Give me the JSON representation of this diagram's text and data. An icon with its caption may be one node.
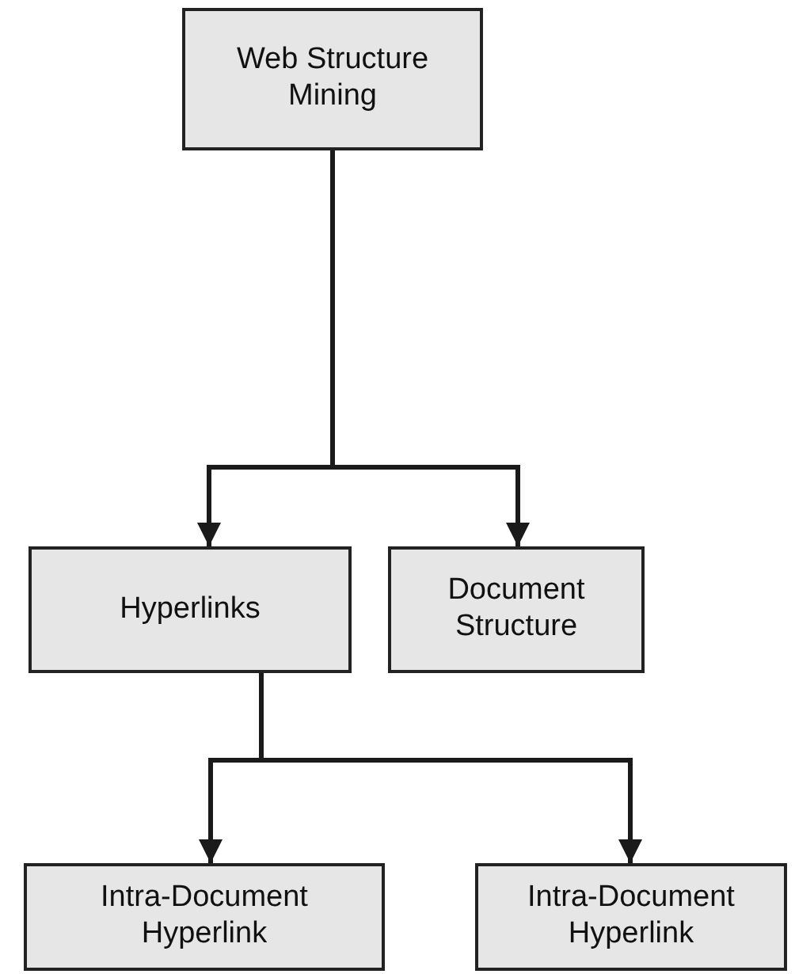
{
  "diagram": {
    "nodes": [
      {
        "text": [
          "Web Structure Mining"
        ]
      },
      {
        "text": [
          "Hyperlinks"
        ]
      },
      {
        "text": [
          "Document Structure"
        ]
      },
      {
        "text": [
          "Intra-Document Hyperlink"
        ]
      },
      {
        "text": [
          "Intra-Document Hyperlink"
        ]
      }
    ],
    "edges": [
      {
        "from": 0,
        "to": 1,
        "arrow": "to"
      },
      {
        "from": 0,
        "to": 2,
        "arrow": "to"
      },
      {
        "from": 1,
        "to": 3,
        "arrow": "to"
      },
      {
        "from": 1,
        "to": 4,
        "arrow": "to"
      }
    ]
  }
}
